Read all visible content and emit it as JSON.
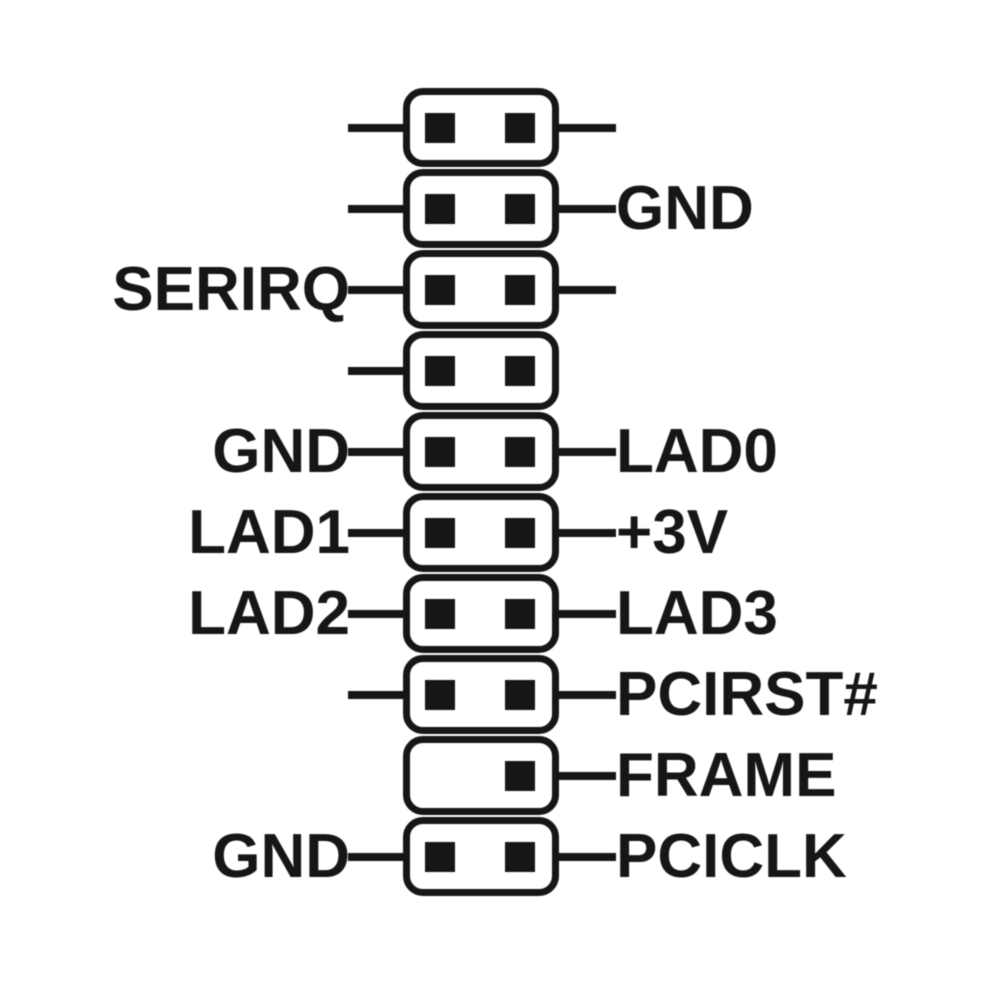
{
  "colors": {
    "ink": "#161616",
    "background": "#ffffff"
  },
  "connector": {
    "columns": 2,
    "row_count": 10
  },
  "rows": [
    {
      "left_label": "",
      "right_label": "",
      "left_line": true,
      "right_line": true,
      "left_pin": true,
      "right_pin": true
    },
    {
      "left_label": "",
      "right_label": "GND",
      "left_line": true,
      "right_line": true,
      "left_pin": true,
      "right_pin": true
    },
    {
      "left_label": "SERIRQ",
      "right_label": "",
      "left_line": true,
      "right_line": true,
      "left_pin": true,
      "right_pin": true
    },
    {
      "left_label": "",
      "right_label": "",
      "left_line": true,
      "right_line": false,
      "left_pin": true,
      "right_pin": true
    },
    {
      "left_label": "GND",
      "right_label": "LAD0",
      "left_line": true,
      "right_line": true,
      "left_pin": true,
      "right_pin": true
    },
    {
      "left_label": "LAD1",
      "right_label": "+3V",
      "left_line": true,
      "right_line": true,
      "left_pin": true,
      "right_pin": true
    },
    {
      "left_label": "LAD2",
      "right_label": "LAD3",
      "left_line": true,
      "right_line": true,
      "left_pin": true,
      "right_pin": true
    },
    {
      "left_label": "",
      "right_label": "PCIRST#",
      "left_line": true,
      "right_line": true,
      "left_pin": true,
      "right_pin": true
    },
    {
      "left_label": "",
      "right_label": "FRAME",
      "left_line": false,
      "right_line": true,
      "left_pin": false,
      "right_pin": true
    },
    {
      "left_label": "GND",
      "right_label": "PCICLK",
      "left_line": true,
      "right_line": true,
      "left_pin": true,
      "right_pin": true
    }
  ]
}
